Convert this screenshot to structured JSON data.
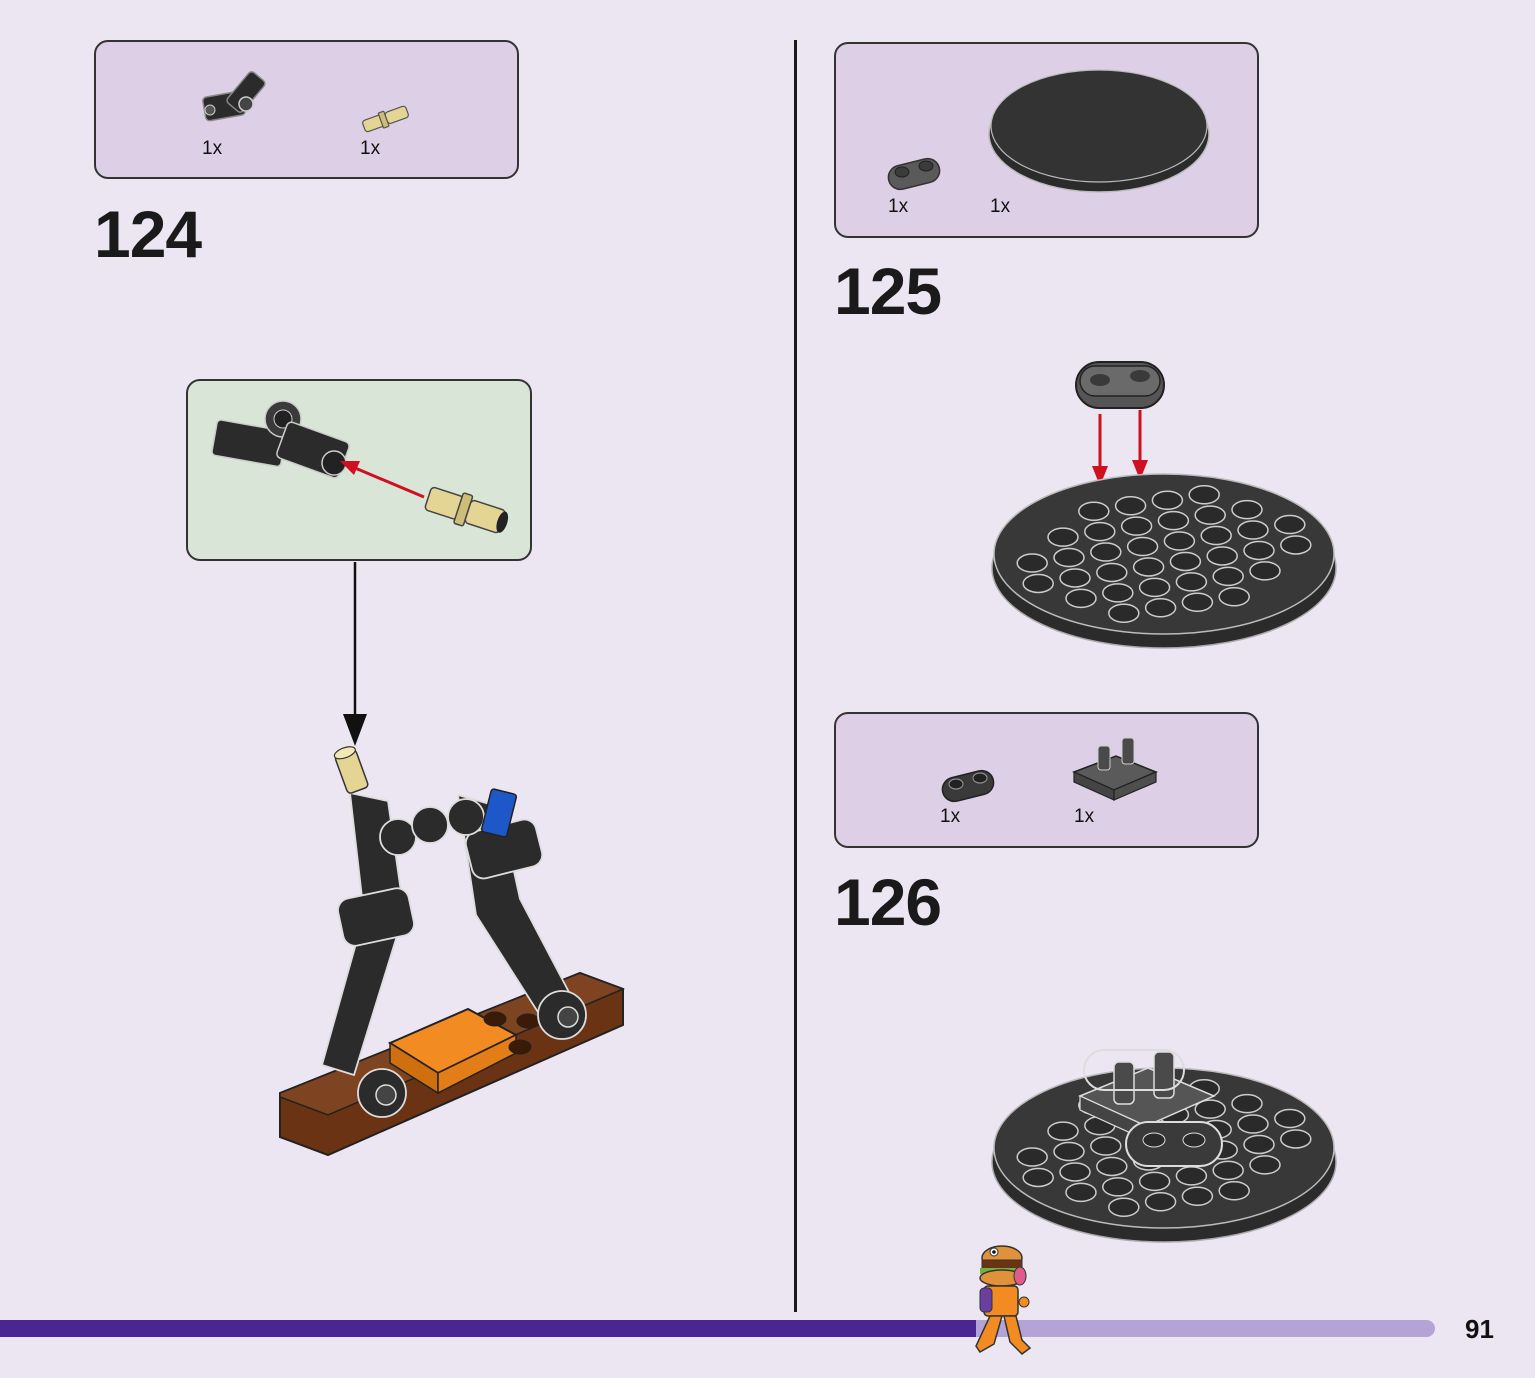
{
  "page": {
    "number": "91",
    "progress_fraction": 0.68
  },
  "steps": [
    {
      "number": "124",
      "parts": [
        {
          "qty": "1x",
          "icon": "axle-connector-angled-icon",
          "color": "#2b2b2b"
        },
        {
          "qty": "1x",
          "icon": "tan-pin-icon",
          "color": "#d8c98a"
        }
      ]
    },
    {
      "number": "125",
      "parts": [
        {
          "qty": "1x",
          "icon": "plate-1x2-rounded-icon",
          "color": "#5a5a5a"
        },
        {
          "qty": "1x",
          "icon": "oval-tile-icon",
          "color": "#2b2b2b"
        }
      ]
    },
    {
      "number": "126",
      "parts": [
        {
          "qty": "1x",
          "icon": "plate-1x2-rounded-icon",
          "color": "#3a3a3a"
        },
        {
          "qty": "1x",
          "icon": "clip-plate-icon",
          "color": "#4a4a4a"
        }
      ]
    }
  ],
  "colors": {
    "background": "#ece6f2",
    "parts_box": "#ddd0e6",
    "callout_box": "#d9e5d6",
    "progress_fill": "#4b2590",
    "progress_track": "#b3a3d6",
    "arrow_red": "#d01020"
  }
}
